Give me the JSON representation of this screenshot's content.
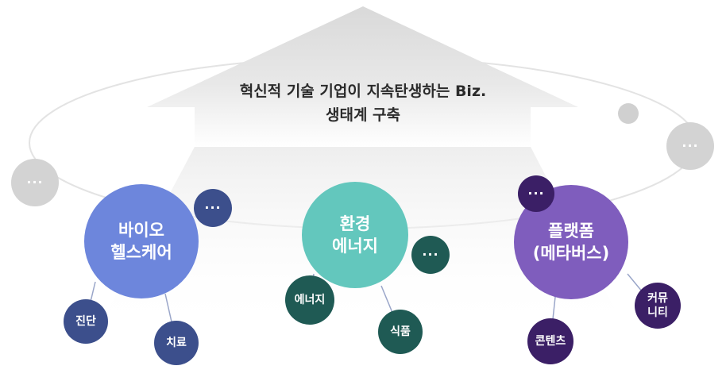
{
  "center_title": "혁신적 기술 기업이 지속탄생하는  Biz.\n생태계 구축",
  "more_glyph": "···",
  "clusters": [
    {
      "label": "바이오\n헬스케어",
      "color": "#6d86dc",
      "children": [
        {
          "label": "진단",
          "color": "#3c4f8c"
        },
        {
          "label": "치료",
          "color": "#3c4f8c"
        }
      ]
    },
    {
      "label": "환경\n에너지",
      "color": "#63c7bd",
      "children": [
        {
          "label": "에너지",
          "color": "#1f5a54"
        },
        {
          "label": "식품",
          "color": "#1f5a54"
        }
      ]
    },
    {
      "label": "플랫폼\n(메타버스)",
      "color": "#7f5dbd",
      "children": [
        {
          "label": "콘텐츠",
          "color": "#3b1f66"
        },
        {
          "label": "커뮤\n니티",
          "color": "#3b1f66"
        }
      ]
    }
  ],
  "colors": {
    "house_top": "#d9d9d9",
    "house_fade": "#ffffff",
    "orbit": "#e6e6e6",
    "grey_node": "#d2d2d2",
    "bio_more": "#3c4f8c",
    "env_more": "#1f5a54",
    "platform_more": "#3b1f66"
  }
}
